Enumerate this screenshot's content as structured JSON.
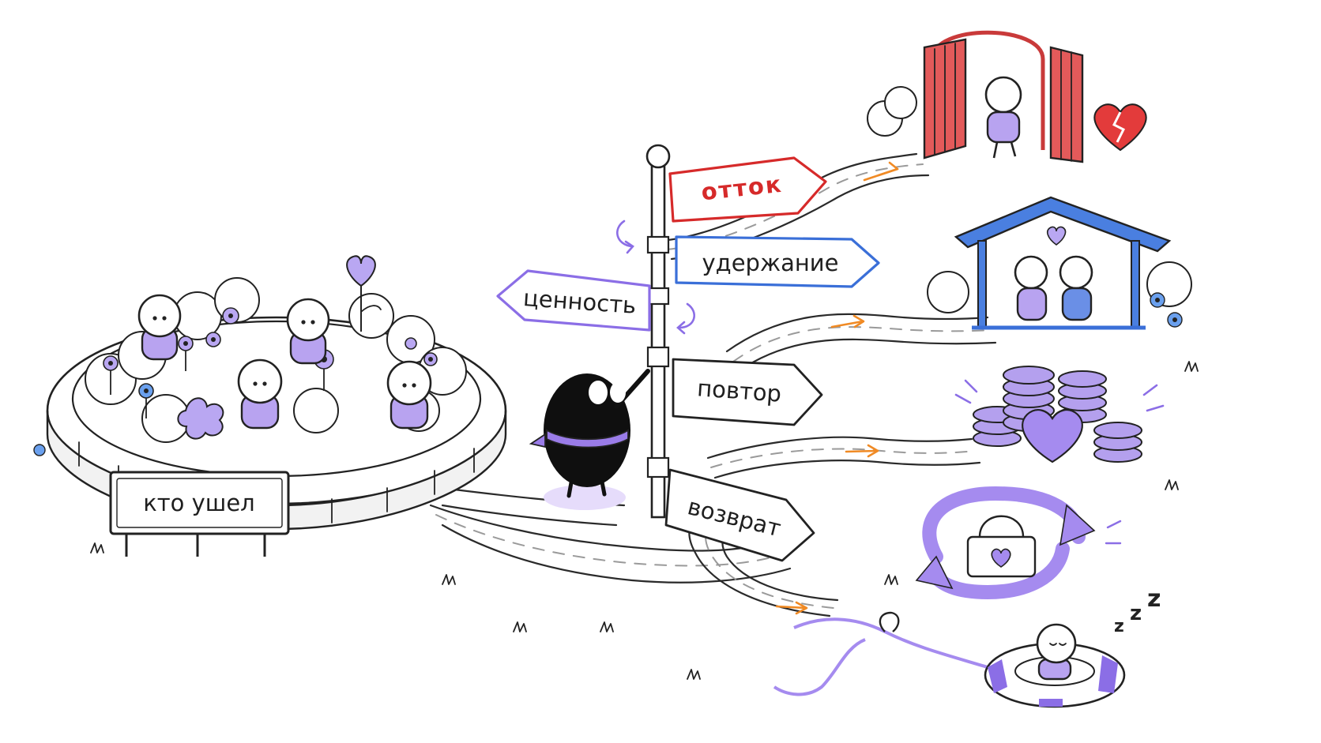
{
  "signpost": {
    "sign_churn": "отток",
    "sign_retention": "удержание",
    "sign_value": "ценность",
    "sign_repeat": "повтор",
    "sign_return": "возврат"
  },
  "garden": {
    "plaque_label": "кто ушел"
  },
  "colors": {
    "churn_red": "#d62a2a",
    "retention_blue": "#3a6fd8",
    "accent_purple": "#8b6ee6",
    "path_arrow_orange": "#f08a24"
  },
  "icons": {
    "exit": "open-gate-icon",
    "broken_heart": "broken-heart-icon",
    "retention": "shelter-house-icon",
    "repeat": "coin-stacks-heart-icon",
    "return": "basket-cycle-icon",
    "dormant": "sleeping-lifebuoy-icon"
  }
}
